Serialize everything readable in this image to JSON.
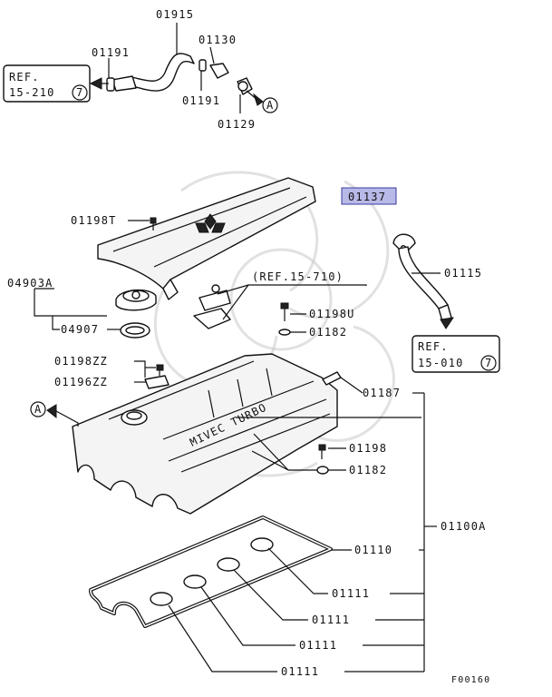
{
  "diagram": {
    "highlight_fill": "#b9b9e8",
    "highlight_stroke": "#3a3aa0",
    "figure_code": "F00160",
    "parts": [
      {
        "id": "01915"
      },
      {
        "id": "01191"
      },
      {
        "id": "01130"
      },
      {
        "id": "01191"
      },
      {
        "id": "01129"
      },
      {
        "id": "01137",
        "highlighted": true
      },
      {
        "id": "01198T"
      },
      {
        "id": "04903A"
      },
      {
        "id": "04907"
      },
      {
        "id": "01115"
      },
      {
        "id": "01198U"
      },
      {
        "id": "01182"
      },
      {
        "id": "01198ZZ"
      },
      {
        "id": "01196ZZ"
      },
      {
        "id": "01187"
      },
      {
        "id": "01198"
      },
      {
        "id": "01182"
      },
      {
        "id": "01100A"
      },
      {
        "id": "01110"
      },
      {
        "id": "01111"
      },
      {
        "id": "01111"
      },
      {
        "id": "01111"
      },
      {
        "id": "01111"
      }
    ],
    "ref_boxes": [
      {
        "line1": "REF.",
        "line2": "15-210",
        "circle": "7"
      },
      {
        "line1": "REF.",
        "line2": "15-010",
        "circle": "7"
      }
    ],
    "ref_note": "(REF.15-710)",
    "connector_marks": [
      {
        "letter": "A"
      },
      {
        "letter": "A"
      }
    ],
    "cover_text": "MIVEC TURBO"
  }
}
